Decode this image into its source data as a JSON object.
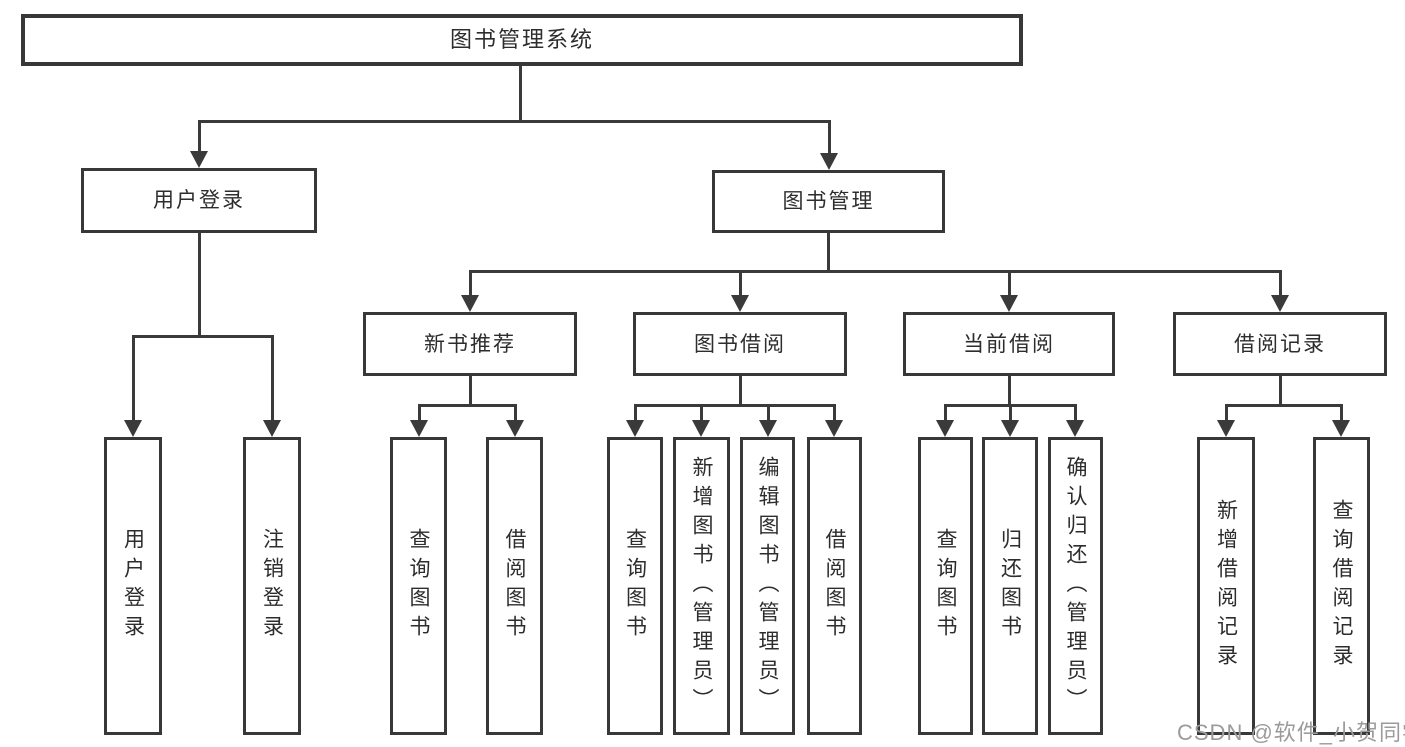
{
  "diagram": {
    "nodes": {
      "root": "图书管理系统",
      "user_login": "用户登录",
      "book_manage": "图书管理",
      "new_book": "新书推荐",
      "book_borrow": "图书借阅",
      "current_borrow": "当前借阅",
      "borrow_record": "借阅记录",
      "leaf_user_login": "用户登录",
      "leaf_logout_login": "注销登录",
      "nb_query_book": "查询图书",
      "nb_borrow_book": "借阅图书",
      "bb_query_book": "查询图书",
      "bb_add_book": "新增图书（管理员）",
      "bb_edit_book": "编辑图书（管理员）",
      "bb_borrow_book": "借阅图书",
      "cb_query_book": "查询图书",
      "cb_return_book": "归还图书",
      "cb_confirm_return": "确认归还（管理员）",
      "br_add_record": "新增借阅记录",
      "br_query_record": "查询借阅记录"
    },
    "hierarchy": {
      "图书管理系统": {
        "用户登录": [
          "用户登录",
          "注销登录"
        ],
        "图书管理": {
          "新书推荐": [
            "查询图书",
            "借阅图书"
          ],
          "图书借阅": [
            "查询图书",
            "新增图书（管理员）",
            "编辑图书（管理员）",
            "借阅图书"
          ],
          "当前借阅": [
            "查询图书",
            "归还图书",
            "确认归还（管理员）"
          ],
          "借阅记录": [
            "新增借阅记录",
            "查询借阅记录"
          ]
        }
      }
    },
    "colors": {
      "line": "#3a3a3a",
      "border": "#383838",
      "text": "#2d2d2d",
      "background": "#ffffff",
      "watermark_text": "#9b9b9b"
    }
  },
  "watermark": "CSDN @软件_小贺同学"
}
